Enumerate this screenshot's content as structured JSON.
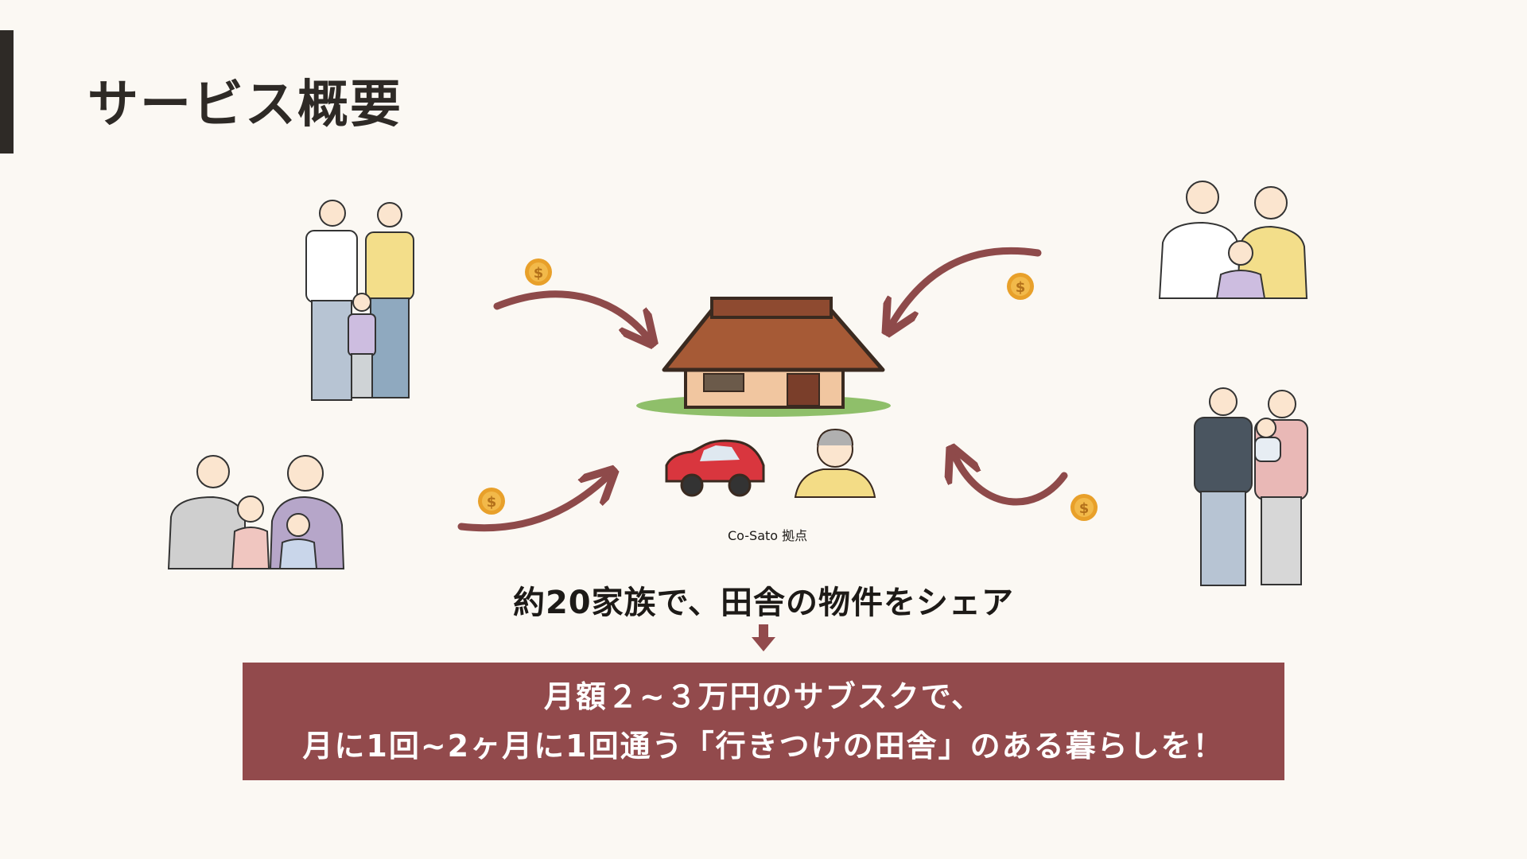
{
  "slide": {
    "title": "サービス概要",
    "hub_caption": "Co-Sato 拠点",
    "headline": "約20家族で、田舎の物件をシェア",
    "banner_line1": "月額２~３万円のサブスクで、",
    "banner_line2": "月に1回~2ヶ月に1回通う「行きつけの田舎」のある暮らしを！"
  },
  "icons": {
    "coin": "dollar-coin-icon",
    "hub_house": "thatched-house-icon",
    "car": "red-car-icon",
    "caretaker": "elderly-man-icon",
    "down_arrow": "down-arrow-icon"
  },
  "colors": {
    "accent": "#924a4c",
    "arrow": "#8e4a4a",
    "coin": "#e8a02a",
    "background": "#fbf8f3"
  }
}
